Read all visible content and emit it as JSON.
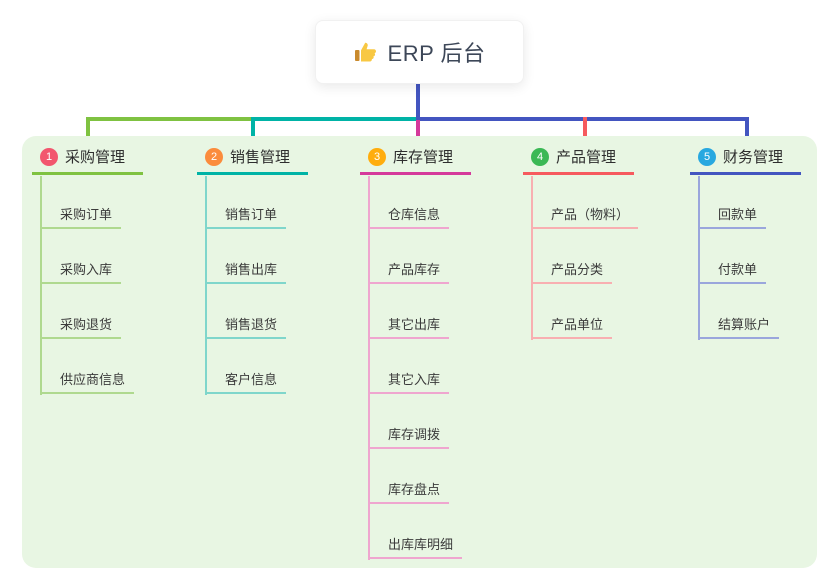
{
  "root": {
    "icon": "thumbs-up",
    "label": "ERP 后台"
  },
  "colors": {
    "panel_bg": "#E8F6E3",
    "root_line": "#4355C0",
    "green": "#7FC241",
    "teal": "#00B3A6",
    "magenta": "#D5399B",
    "red": "#F65A5E",
    "indigo": "#4355C0"
  },
  "branches": [
    {
      "num": "1",
      "label": "采购管理",
      "badge_color": "#F2566E",
      "line_color": "#7FC241",
      "child_line_color": "#AFD98F",
      "children": [
        "采购订单",
        "采购入库",
        "采购退货",
        "供应商信息"
      ]
    },
    {
      "num": "2",
      "label": "销售管理",
      "badge_color": "#FB8C3C",
      "line_color": "#00B3A6",
      "child_line_color": "#7FD6CB",
      "children": [
        "销售订单",
        "销售出库",
        "销售退货",
        "客户信息"
      ]
    },
    {
      "num": "3",
      "label": "库存管理",
      "badge_color": "#FFAD0D",
      "line_color": "#D5399B",
      "child_line_color": "#EFA6CF",
      "children": [
        "仓库信息",
        "产品库存",
        "其它出库",
        "其它入库",
        "库存调拨",
        "库存盘点",
        "出库库明细"
      ]
    },
    {
      "num": "4",
      "label": "产品管理",
      "badge_color": "#3BB855",
      "line_color": "#F65A5E",
      "child_line_color": "#F8AFB1",
      "children": [
        "产品（物料）",
        "产品分类",
        "产品单位"
      ]
    },
    {
      "num": "5",
      "label": "财务管理",
      "badge_color": "#28A8E0",
      "line_color": "#4355C0",
      "child_line_color": "#9AA6DC",
      "children": [
        "回款单",
        "付款单",
        "结算账户"
      ]
    }
  ]
}
